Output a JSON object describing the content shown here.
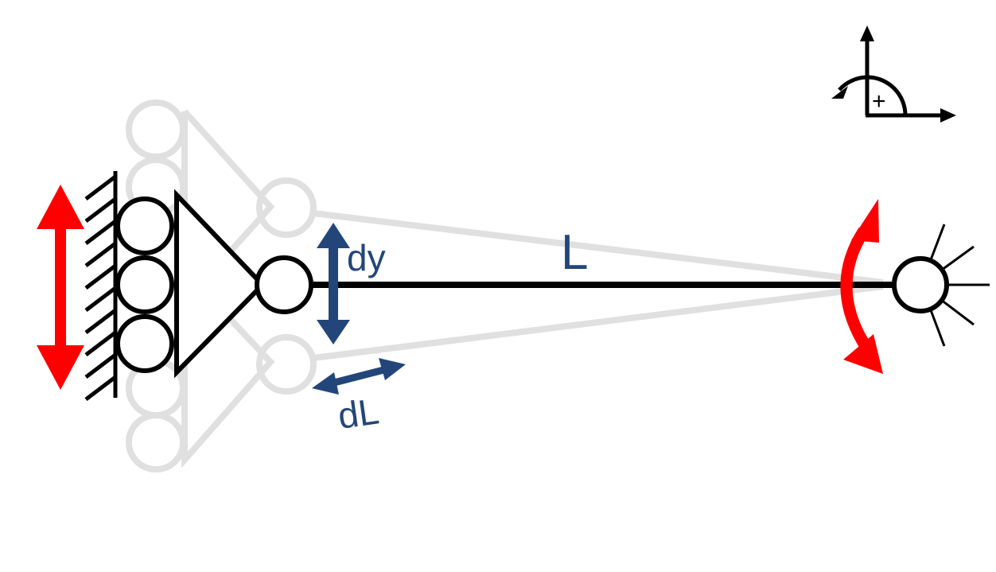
{
  "diagram": {
    "labels": {
      "length": "L",
      "vertical_displacement": "dy",
      "length_change": "dL",
      "positive_rotation_sign": "+"
    },
    "colors": {
      "structure": "#000000",
      "ghost": "#e0e0e0",
      "annotation": "#23467a",
      "load_arrow": "#ff0000",
      "background": "#ffffff"
    },
    "icons": {
      "roller_support": "roller-support-icon",
      "fixed_wall": "wall-hatch-icon",
      "pin_joint": "pin-joint-icon",
      "end_node": "end-node-icon",
      "sign_convention": "axes-sign-convention-icon"
    }
  }
}
